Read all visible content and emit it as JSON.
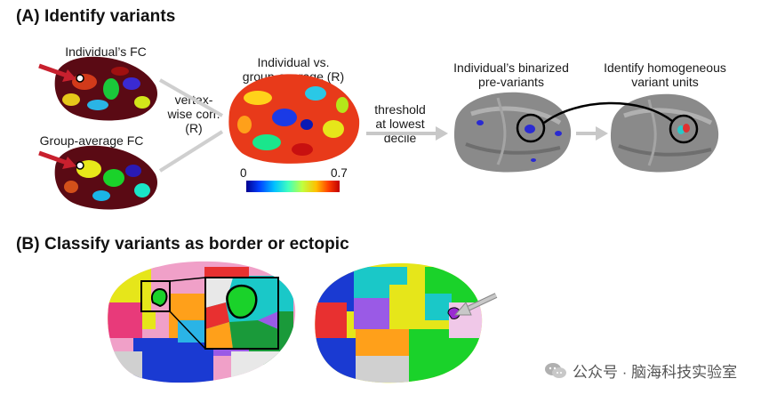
{
  "panel_a": {
    "title": "(A) Identify variants",
    "individual_fc_label": "Individual’s FC",
    "group_fc_label": "Group-average FC",
    "corr_label_l1": "vertex-",
    "corr_label_l2": "wise corr.",
    "corr_label_l3": "(R)",
    "map_label_l1": "Individual vs.",
    "map_label_l2": "group-average (R)",
    "colorbar_min": "0",
    "colorbar_max": "0.7",
    "threshold_l1": "threshold",
    "threshold_l2": "at lowest",
    "threshold_l3": "decile",
    "binarized_l1": "Individual’s binarized",
    "binarized_l2": "pre-variants",
    "units_l1": "Identify homogeneous",
    "units_l2": "variant units"
  },
  "panel_b": {
    "title": "(B) Classify variants as border or ectopic"
  },
  "watermark": {
    "text": "公众号 · 脑海科技实验室"
  },
  "colors": {
    "arrow_red": "#c8202e",
    "arrow_gray": "#c8c8c8",
    "colorbar": [
      "#00008f",
      "#0040ff",
      "#00c0ff",
      "#40ffbf",
      "#c0ff40",
      "#ffc000",
      "#ff4000",
      "#c00000"
    ]
  }
}
